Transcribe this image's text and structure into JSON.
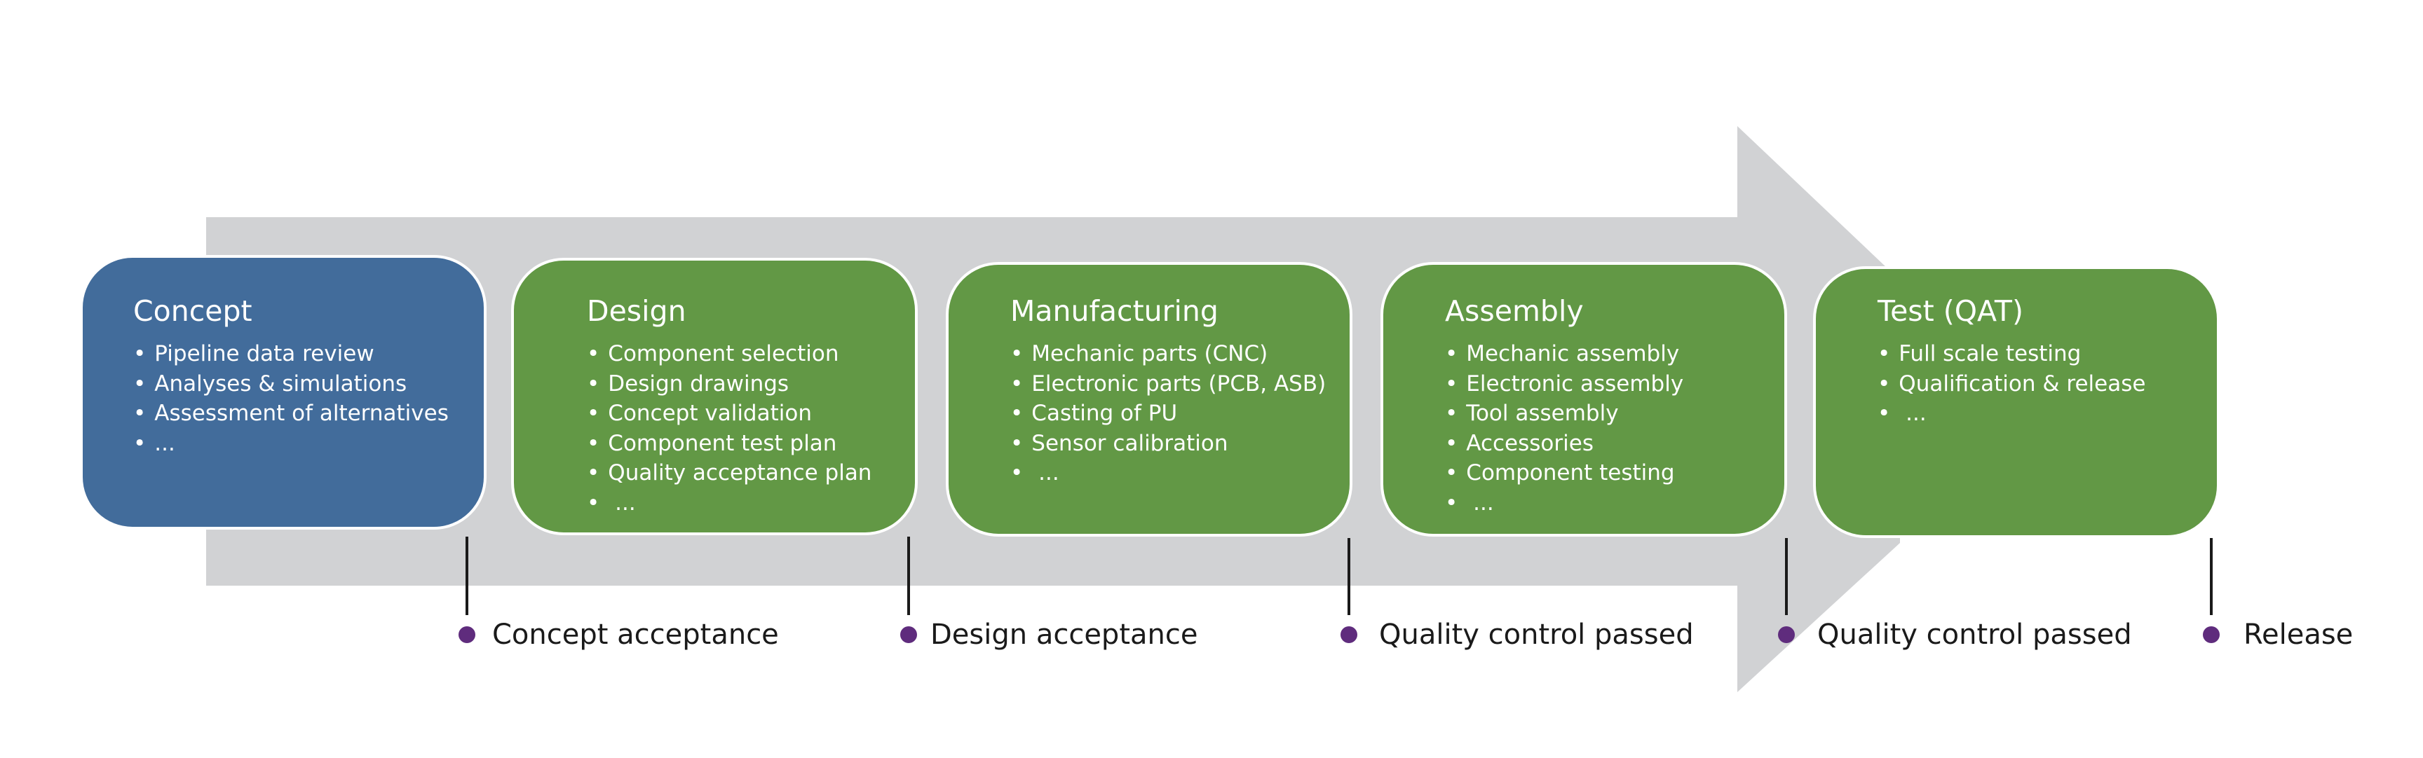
{
  "colors": {
    "arrow": "#D1D2D4",
    "concept_box": "#426C9B",
    "stage_box": "#629845",
    "milestone_dot": "#5F2C7D",
    "milestone_line": "#1A1A1A",
    "box_text": "#FFFFFF"
  },
  "stages": [
    {
      "title": "Concept",
      "items": [
        "Pipeline data review",
        "Analyses & simulations",
        "Assessment of alternatives",
        "..."
      ]
    },
    {
      "title": "Design",
      "items": [
        "Component selection",
        "Design drawings",
        "Concept validation",
        "Component test plan",
        "Quality acceptance plan",
        " ..."
      ]
    },
    {
      "title": "Manufacturing",
      "items": [
        "Mechanic parts (CNC)",
        "Electronic parts (PCB, ASB)",
        "Casting of PU",
        "Sensor calibration",
        " ..."
      ]
    },
    {
      "title": "Assembly",
      "items": [
        "Mechanic assembly",
        "Electronic assembly",
        "Tool assembly",
        "Accessories",
        "Component testing",
        " ..."
      ]
    },
    {
      "title": "Test (QAT)",
      "items": [
        "Full scale testing",
        "Qualification & release",
        " ..."
      ]
    }
  ],
  "milestones": [
    {
      "label": "Concept acceptance"
    },
    {
      "label": "Design acceptance"
    },
    {
      "label": "Quality control passed"
    },
    {
      "label": "Quality control passed"
    },
    {
      "label": "Release"
    }
  ]
}
